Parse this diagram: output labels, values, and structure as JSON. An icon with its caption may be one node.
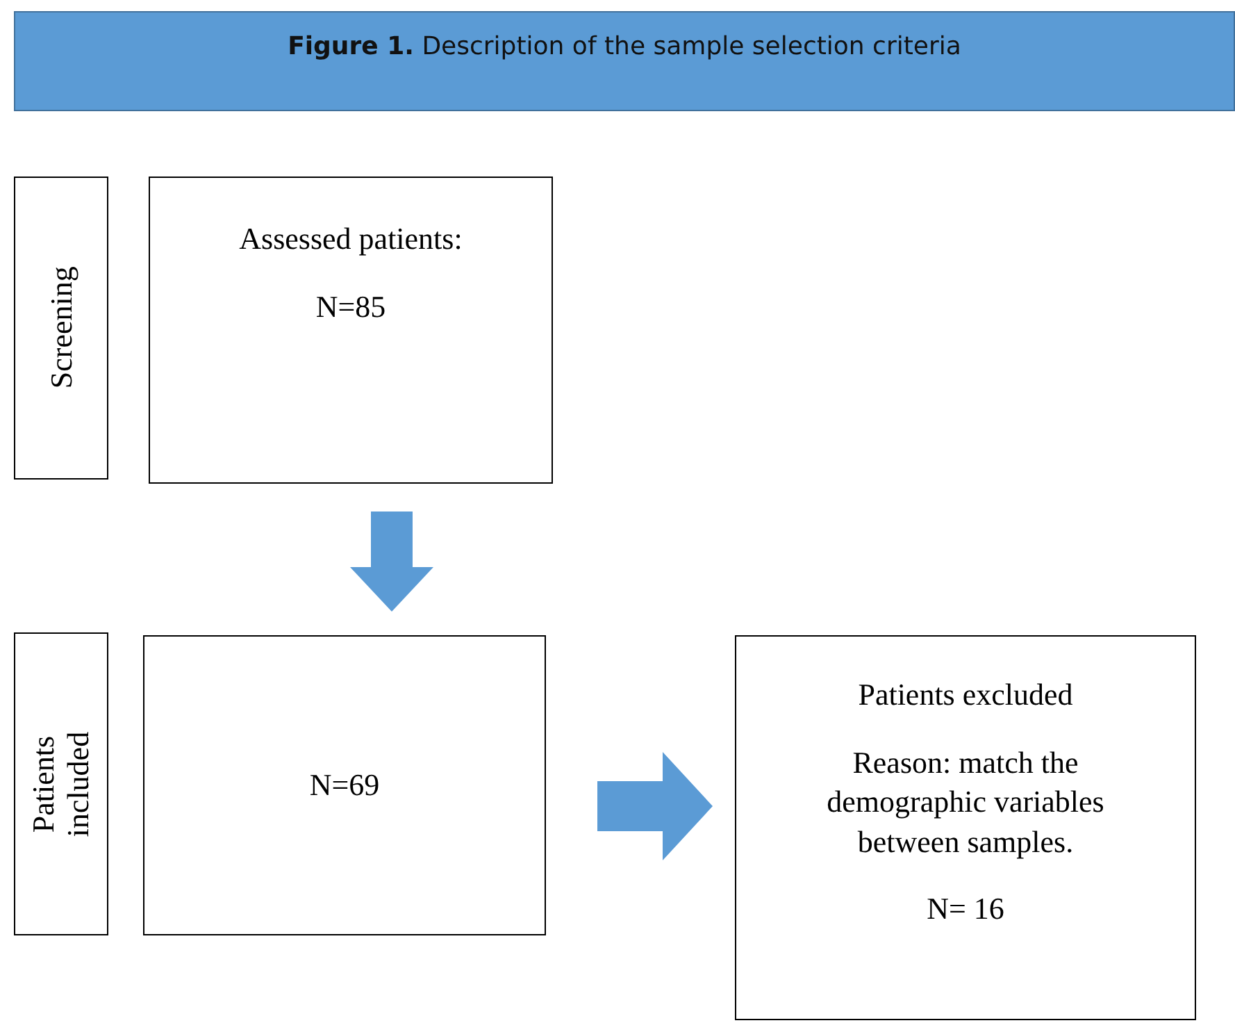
{
  "diagram": {
    "title": "**Figure 1.** Description of the sample selection criteria",
    "nodes": [
      {
        "text": [
          "Screening"
        ]
      },
      {
        "text": [
          "Assessed patients:",
          "N=85"
        ]
      },
      {
        "text": [
          "Patients included"
        ]
      },
      {
        "text": [
          "N=69"
        ]
      },
      {
        "text": [
          "Patients excluded",
          "Reason: match the demographic variables between samples.",
          "N= 16"
        ]
      }
    ],
    "edges": [
      {
        "from": 1,
        "to": 3,
        "arrow": "to"
      },
      {
        "from": 3,
        "to": 4,
        "arrow": "to"
      }
    ]
  }
}
